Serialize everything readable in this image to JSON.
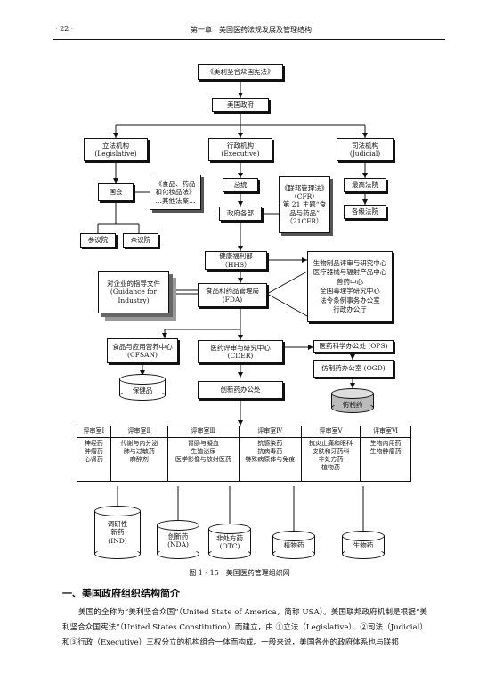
{
  "header": {
    "page_num": "· 22 ·",
    "chapter": "第一章　美国医药法规发展及管理结构"
  },
  "chart": {
    "constitution": "《美利坚合众国宪法》",
    "government": "美国政府",
    "legislative": {
      "zh": "立法机构",
      "en": "(Legislative)"
    },
    "executive": {
      "zh": "行政机构",
      "en": "(Executive)"
    },
    "judicial": {
      "zh": "司法机构",
      "en": "(Judicial)"
    },
    "congress": "国会",
    "fdca_doc": {
      "line1": "《食品、药品",
      "line2": "和化妆品法》",
      "line3": "…其他法案…"
    },
    "president": "总统",
    "departments": "政府各部",
    "cfr_doc": {
      "line1": "《联邦管理法》",
      "line2": "（CFR）",
      "line3": "第 21 主题“食",
      "line4": "品与药品”",
      "line5": "（21CFR）"
    },
    "supreme_court": "最高法院",
    "lower_courts": "各级法院",
    "senate": "参议院",
    "house": "众议院",
    "hhs": {
      "zh": "健康福利部",
      "en": "（HHS）"
    },
    "guidance_doc": {
      "line1": "对企业的指导文件",
      "line2": "(Guidance for",
      "line3": "Industry)"
    },
    "fda": {
      "zh": "食品和药品管理局",
      "en": "(FDA)"
    },
    "fda_centers": [
      "生物制品评审与研究中心",
      "医疗器械与辐射产品中心",
      "兽药中心",
      "全国毒理学研究中心",
      "法令条例事务办公室",
      "行政办公厅"
    ],
    "cfsan": {
      "zh": "食品与应用营养中心",
      "en": "(CFSAN)"
    },
    "cder": {
      "zh": "医药评审与研究中心",
      "en": "(CDER)"
    },
    "ops": "医药科学办公处 (OPS)",
    "ogd": "仿制药办公室 (OGD)",
    "health_food": "保健品",
    "new_drug_office": "创新药办公处",
    "generic_drug": "仿制药",
    "review_rooms": [
      {
        "name": "评审室Ⅰ",
        "items": [
          "神经药",
          "肿瘤药",
          "心肾药"
        ]
      },
      {
        "name": "评审室Ⅱ",
        "items": [
          "代谢与内分泌",
          "肺与过敏药",
          "麻醉剂"
        ]
      },
      {
        "name": "评审室Ⅲ",
        "items": [
          "胃肠与凝血",
          "生殖泌尿",
          "医学影像与放射医药"
        ]
      },
      {
        "name": "评审室Ⅳ",
        "items": [
          "抗感染药",
          "抗病毒药",
          "特殊病原体与免疫"
        ]
      },
      {
        "name": "评审室Ⅴ",
        "items": [
          "抗炎止痛和眼科",
          "皮肤和牙药科",
          "非处方药",
          "植物药"
        ]
      },
      {
        "name": "评审室Ⅵ",
        "items": [
          "生物内用药",
          "生物肿瘤药"
        ]
      }
    ],
    "ind": {
      "line1": "调研性",
      "line2": "新药",
      "line3": "(IND)"
    },
    "nda": {
      "line1": "创新药",
      "line2": "(NDA)"
    },
    "otc": {
      "line1": "非处方药",
      "line2": "(OTC)"
    },
    "botanical": "植物药",
    "biologics": "生物药"
  },
  "caption": "图 1 - 15　美国医药管理组织网",
  "section_title": "一、美国政府组织结构简介",
  "paragraph": "美国的全称为“美利坚合众国”（United State of America，简称 USA）。美国联邦政府机制是根据“美利坚合众国宪法”（United States Constitution）而建立，由 ①立法（Legislative）、②司法（Judicial）和③行政（Executive）三权分立的机构组合一体而构成。一般来说，美国各州的政府体系也与联邦"
}
